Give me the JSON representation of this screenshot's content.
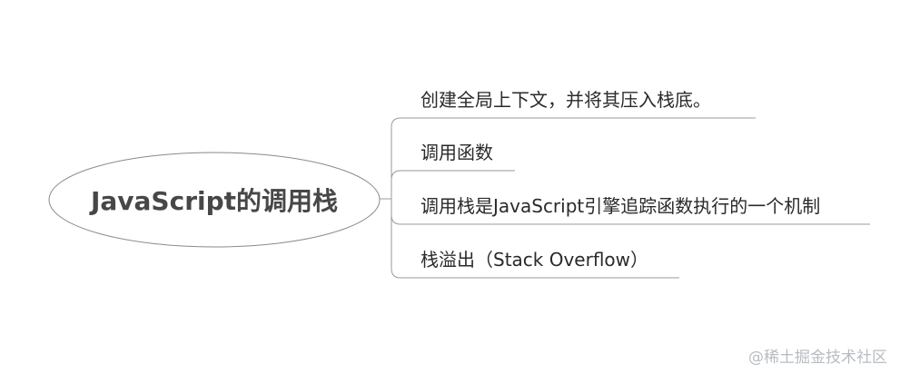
{
  "mindmap": {
    "root": {
      "label": "JavaScript的调用栈"
    },
    "branches": [
      {
        "label": "创建全局上下文，并将其压入栈底。"
      },
      {
        "label": "调用函数"
      },
      {
        "label": "调用栈是JavaScript引擎追踪函数执行的一个机制"
      },
      {
        "label": "栈溢出（Stack Overflow）"
      }
    ]
  },
  "watermark": {
    "text": "@稀土掘金技术社区"
  },
  "colors": {
    "outline": "#888888",
    "root_text": "#474747",
    "branch_text": "#2a2a2a",
    "watermark_text": "#b8bcc2"
  }
}
